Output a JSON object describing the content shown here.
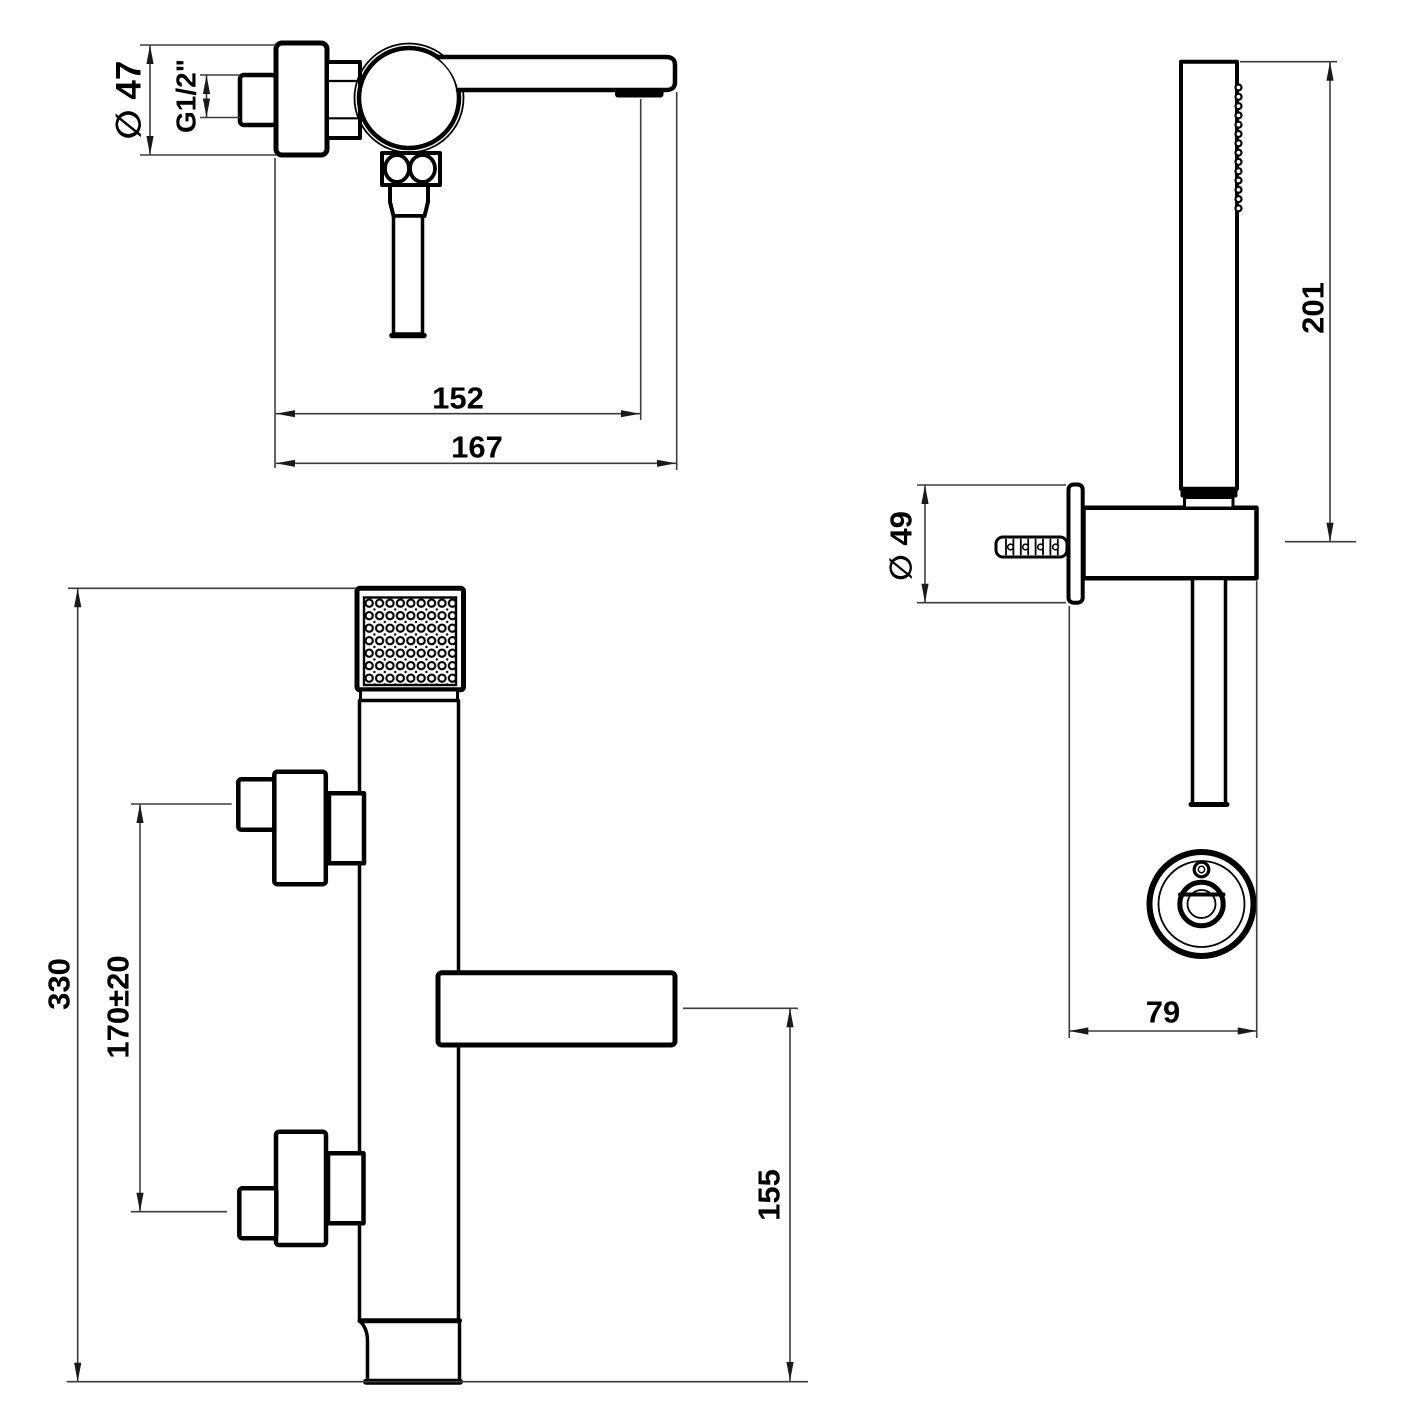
{
  "drawing": {
    "background_color": "#ffffff",
    "object_line_color": "#000000",
    "dimension_line_color": "#3d3d3d",
    "views": {
      "spout_side": {
        "dim_flange_diameter": "∅ 47",
        "dim_inlet_thread": "G1/2\"",
        "dim_reach_to_outlet": "152",
        "dim_reach_total": "167"
      },
      "mixer_front": {
        "dim_total_height": "330",
        "dim_inlet_spacing": "170±20",
        "dim_bottom_to_bracket": "155"
      },
      "handshower_side": {
        "dim_handset_length": "201",
        "dim_bracket_diameter": "∅ 49",
        "dim_wall_depth": "79"
      }
    }
  }
}
